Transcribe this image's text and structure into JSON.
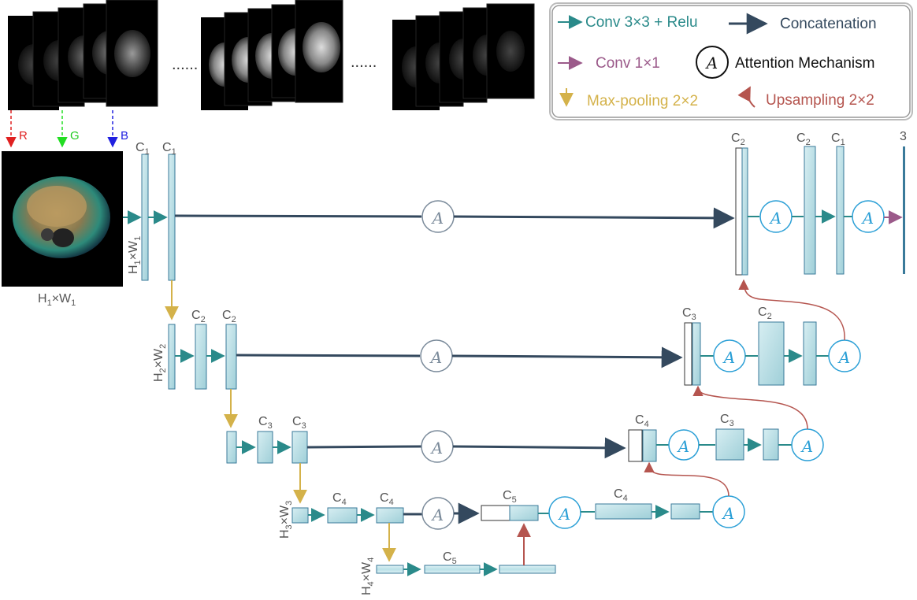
{
  "legend": {
    "conv3_label": "Conv 3×3 + Relu",
    "concat_label": "Concatenation",
    "conv1_label": "Conv 1×1",
    "attention_label": "Attention Mechanism",
    "maxpool_label": "Max-pooling 2×2",
    "upsample_label": "Upsampling 2×2"
  },
  "input": {
    "dots_1": "......",
    "dots_2": "......",
    "channel_r": "R",
    "channel_g": "G",
    "channel_b": "B",
    "size_label": "H",
    "size_label_sub1": "1",
    "size_label_x": "×W",
    "size_label_sub2": "1"
  },
  "levels": {
    "l1_size": [
      "H",
      "1",
      "×W",
      "1"
    ],
    "l2_size": [
      "H",
      "2",
      "×W",
      "2"
    ],
    "l3_size": [
      "H",
      "3",
      "×W",
      "3"
    ],
    "l4_size": [
      "H",
      "4",
      "×W",
      "4"
    ]
  },
  "channels": {
    "c1": [
      "C",
      "1"
    ],
    "c2": [
      "C",
      "2"
    ],
    "c3": [
      "C",
      "3"
    ],
    "c4": [
      "C",
      "4"
    ],
    "c5": [
      "C",
      "5"
    ],
    "out": "3"
  },
  "attention_glyph": "A",
  "colors": {
    "conv": "#2a8a8a",
    "concat": "#34495e",
    "conv1": "#9b5a8a",
    "maxpool": "#d4b24a",
    "upsample": "#b5554f",
    "attention_blue": "#2a9fd6",
    "attention_gray": "#7a8a9a",
    "block_stroke": "#3a7a9a"
  }
}
